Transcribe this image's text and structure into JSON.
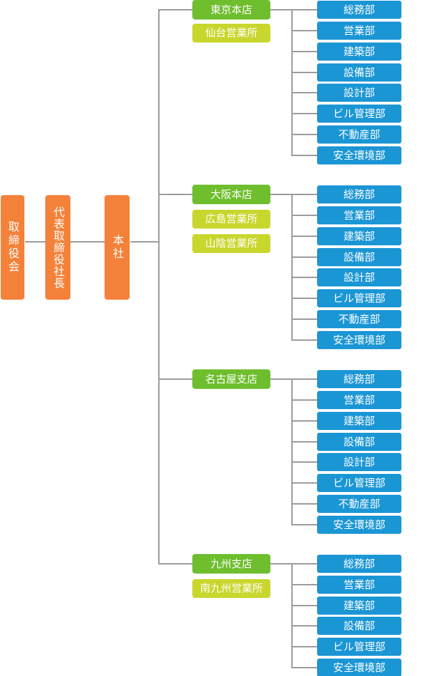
{
  "diagram": {
    "type": "organization-chart",
    "colors": {
      "executive_box": "#F4813A",
      "branch_box": "#6EBE2D",
      "sales_office_box": "#C9D62D",
      "department_box": "#1B96D5",
      "connector_line": "#9B9B9B",
      "box_text": "#FFFFFF"
    },
    "root_nodes": [
      {
        "label": "取締役会"
      },
      {
        "label": "代表取締役社長"
      },
      {
        "label": "本社"
      }
    ],
    "sections": [
      {
        "branch": "東京本店",
        "sales_offices": [
          "仙台営業所"
        ],
        "departments": [
          "総務部",
          "営業部",
          "建築部",
          "設備部",
          "設計部",
          "ビル管理部",
          "不動産部",
          "安全環境部"
        ]
      },
      {
        "branch": "大阪本店",
        "sales_offices": [
          "広島営業所",
          "山陰営業所"
        ],
        "departments": [
          "総務部",
          "営業部",
          "建築部",
          "設備部",
          "設計部",
          "ビル管理部",
          "不動産部",
          "安全環境部"
        ]
      },
      {
        "branch": "名古屋支店",
        "sales_offices": [],
        "departments": [
          "総務部",
          "営業部",
          "建築部",
          "設備部",
          "設計部",
          "ビル管理部",
          "不動産部",
          "安全環境部"
        ]
      },
      {
        "branch": "九州支店",
        "sales_offices": [
          "南九州営業所"
        ],
        "departments": [
          "総務部",
          "営業部",
          "建築部",
          "設備部",
          "ビル管理部",
          "安全環境部"
        ]
      }
    ]
  }
}
